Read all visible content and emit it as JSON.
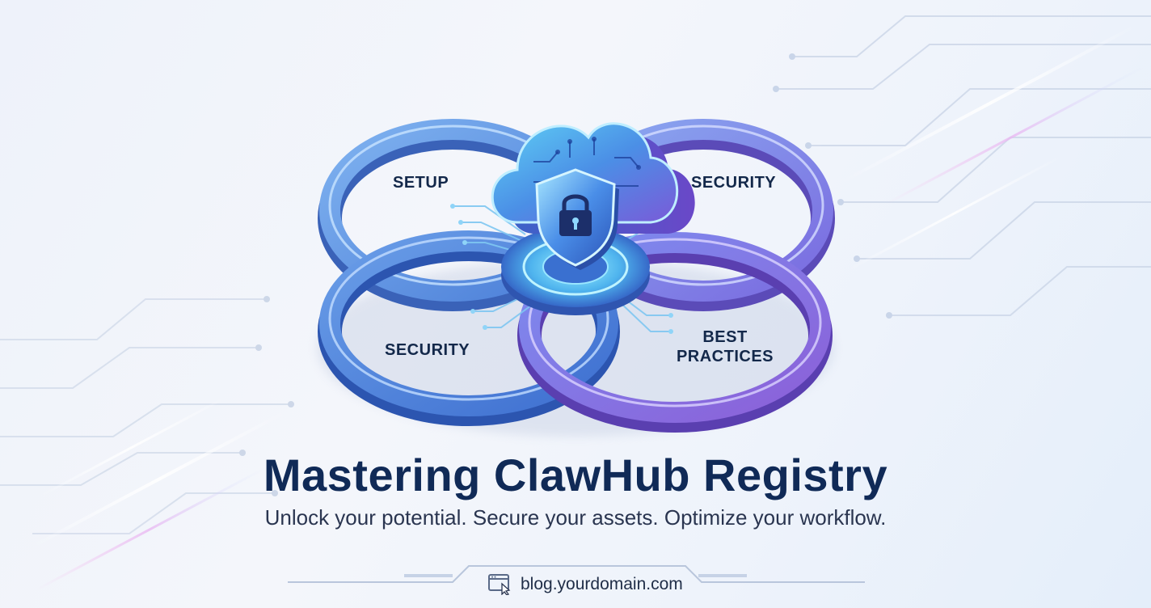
{
  "rings": {
    "top_left": "SETUP",
    "top_right": "SECURITY",
    "bottom_left": "SECURITY",
    "bottom_right_line1": "BEST",
    "bottom_right_line2": "PRACTICES"
  },
  "icons": [
    "cloud-icon",
    "shield-lock-icon",
    "browser-cursor-icon"
  ],
  "title": "Mastering ClawHub Registry",
  "subtitle": "Unlock your potential. Secure your assets. Optimize your workflow.",
  "footer": {
    "url": "blog.yourdomain.com"
  },
  "colors": {
    "title": "#102a57",
    "ring_blue": "#5b8fe0",
    "ring_purple": "#8a6ee0",
    "accent_cyan": "#57c8f2"
  }
}
